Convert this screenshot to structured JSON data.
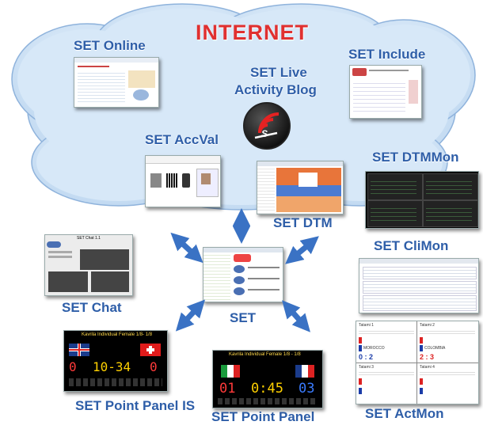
{
  "cloud": {
    "title": "INTERNET"
  },
  "labels": {
    "set_online": "SET Online",
    "set_live": "SET Live",
    "activity_blog": "Activity Blog",
    "set_include": "SET Include",
    "set_accval": "SET AccVal",
    "set_dtmmon": "SET DTMMon",
    "set_dtm": "SET DTM",
    "set_climon": "SET CliMon",
    "set_chat": "SET Chat",
    "set": "SET",
    "set_point_panel_is": "SET Point Panel IS",
    "set_point_panel": "SET Point Panel",
    "set_actmon": "SET ActMon"
  },
  "chat_window": {
    "title": "SET Chat 1.1"
  },
  "point_panel_is": {
    "header": "Kavrila Individual Female 1/8- 1/8",
    "score_left": "0",
    "clock": "10-34",
    "score_right": "0"
  },
  "point_panel": {
    "header": "Kavrila Individual Female 1/8 - 1/8",
    "score_left": "01",
    "clock": "0:45",
    "score_right": "03"
  },
  "actmon": {
    "tatami1": "Tatami 1",
    "tatami2": "Tatami 2",
    "tatami3": "Tatami 3",
    "tatami4": "Tatami 4",
    "score1": "0 : 2",
    "score2": "2 : 3",
    "country_a": "MOROCCO",
    "country_b": "COLOMBIA"
  },
  "colors": {
    "label": "#2e5ea8",
    "internet": "#e03030",
    "arrow": "#3a72c4",
    "cloud": "#c9dff5"
  }
}
